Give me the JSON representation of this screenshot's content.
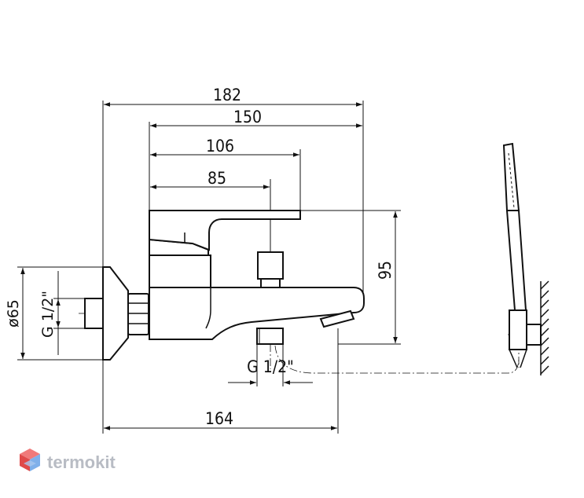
{
  "dimensions": {
    "overall_width": "182",
    "width_150": "150",
    "width_106": "106",
    "width_85": "85",
    "height_95": "95",
    "diameter": "ø65",
    "thread_inlet": "G 1/2\"",
    "thread_outlet": "G 1/2\"",
    "width_164": "164"
  },
  "logo": {
    "text": "termokit",
    "icon": "hexagon-cube-icon",
    "colors": {
      "top": "#f07a7a",
      "left": "#e04a4a",
      "right": "#a9c8ef",
      "bottom": "#7fb0ea"
    }
  },
  "colors": {
    "line": "#111111",
    "hatch": "#111111"
  }
}
